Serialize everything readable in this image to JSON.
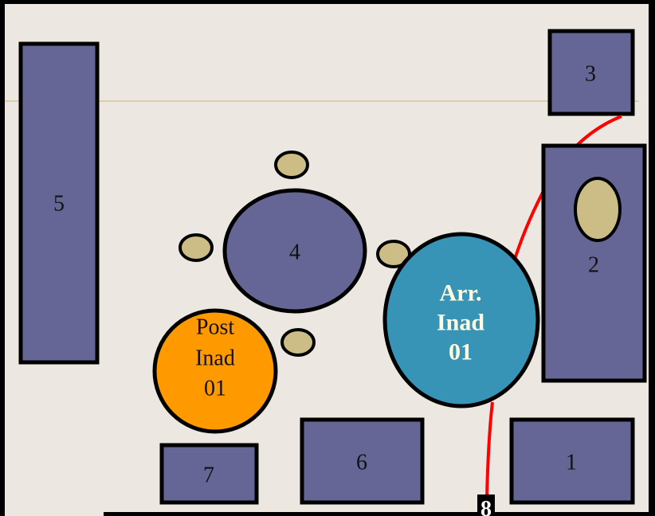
{
  "colors": {
    "frame": "#000000",
    "floor": "#ece8e1",
    "guide_line": "#d8c594",
    "station": "#666696",
    "chair": "#cbbd85",
    "arrival": "#3794b7",
    "post": "#ff9900",
    "route": "#ff0000"
  },
  "stations": [
    {
      "id": "1",
      "label": "1",
      "shape": "rect"
    },
    {
      "id": "2",
      "label": "2",
      "shape": "rect"
    },
    {
      "id": "3",
      "label": "3",
      "shape": "rect"
    },
    {
      "id": "4",
      "label": "4",
      "shape": "ellipse"
    },
    {
      "id": "5",
      "label": "5",
      "shape": "rect"
    },
    {
      "id": "6",
      "label": "6",
      "shape": "rect"
    },
    {
      "id": "7",
      "label": "7",
      "shape": "rect"
    }
  ],
  "arrival_zone": {
    "lines": [
      "Arr.",
      "Inad",
      "01"
    ]
  },
  "post_zone": {
    "lines": [
      "Post",
      "Inad",
      "01"
    ]
  },
  "door": {
    "label": "8"
  }
}
